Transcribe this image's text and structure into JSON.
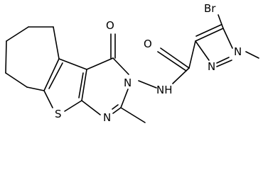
{
  "molecule": {
    "atoms": {
      "br": "Br",
      "n_pyrazole_methyl": "N",
      "n_pyrazole": "N",
      "o_amide": "O",
      "o_ketone": "O",
      "nh": "NH",
      "n_pyrimidine_3": "N",
      "n_pyrimidine_1": "N",
      "s": "S"
    }
  }
}
